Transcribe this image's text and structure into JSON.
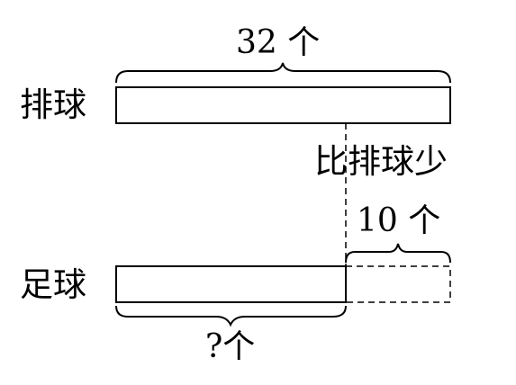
{
  "labels": {
    "volleyball": "排球",
    "football": "足球",
    "volleyball_total": "32 个",
    "comparison": "比排球少",
    "difference": "10 个",
    "unknown": "?个"
  },
  "values": {
    "volleyball_count": 32,
    "difference": 10
  },
  "colors": {
    "line": "#000000",
    "background": "#ffffff"
  }
}
